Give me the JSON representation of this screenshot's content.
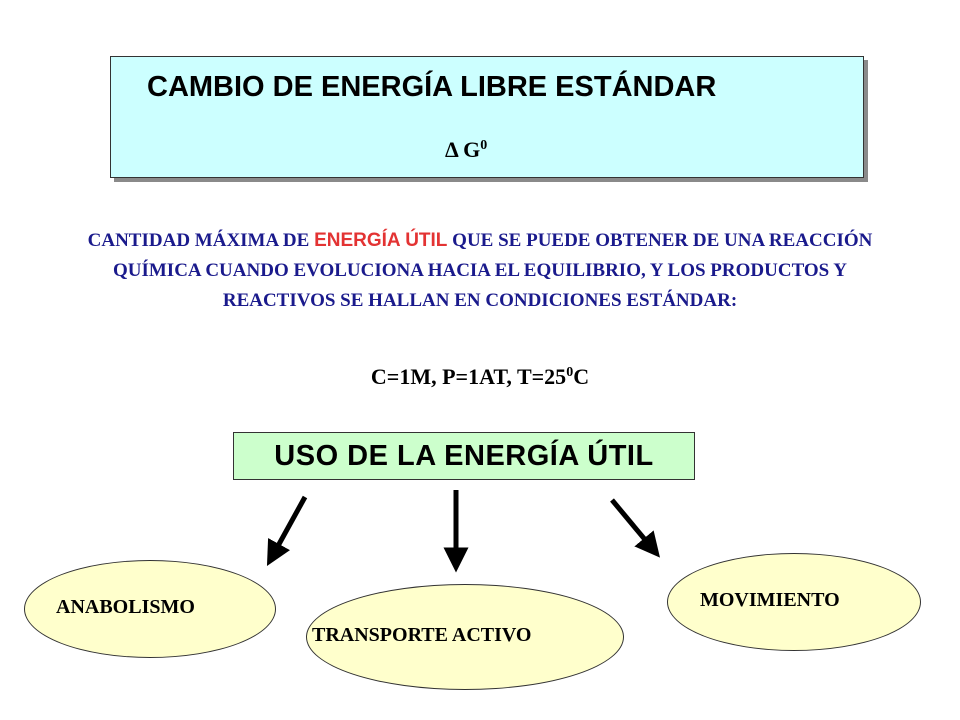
{
  "title_box": {
    "title": "CAMBIO DE ENERGÍA LIBRE ESTÁNDAR",
    "symbol": "Δ G",
    "symbol_superscript": "0"
  },
  "definition": {
    "before": "CANTIDAD MÁXIMA DE ",
    "highlight": "ENERGÍA ÚTIL",
    "after": " QUE SE PUEDE OBTENER DE UNA REACCIÓN QUÍMICA CUANDO  EVOLUCIONA HACIA EL EQUILIBRIO, Y LOS  PRODUCTOS Y REACTIVOS  SE  HALLAN  EN CONDICIONES  ESTÁNDAR:"
  },
  "conditions": {
    "text": "C=1M,    P=1AT,    T=25",
    "superscript": "0",
    "unit": "C"
  },
  "uso": {
    "label": "USO DE LA ENERGÍA ÚTIL"
  },
  "outcomes": {
    "anabolismo": "ANABOLISMO",
    "transporte": "TRANSPORTE ACTIVO",
    "movimiento": "MOVIMIENTO"
  },
  "colors": {
    "title_box_fill": "#ccffff",
    "uso_box_fill": "#ccffcc",
    "ellipse_fill": "#ffffcc",
    "definition_text": "#1a1a8c",
    "highlight_text": "#e33333"
  },
  "icons": {
    "arrow": "arrow-icon"
  }
}
